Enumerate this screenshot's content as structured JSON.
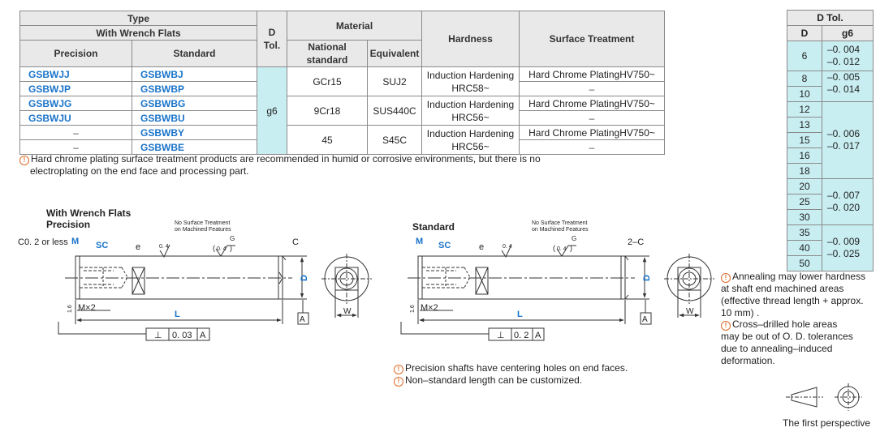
{
  "spec_table": {
    "header_type": "Type",
    "header_with_wrench": "With Wrench Flats",
    "header_precision": "Precision",
    "header_standard": "Standard",
    "header_dtol": "D Tol.",
    "header_material": "Material",
    "header_national": "National standard",
    "header_equivalent": "Equivalent",
    "header_hardness": "Hardness",
    "header_surface": "Surface Treatment",
    "dtol_value": "g6",
    "rows": [
      {
        "precision": "GSBWJJ",
        "standard": "GSBWBJ",
        "surface": "Hard Chrome PlatingHV750~"
      },
      {
        "precision": "GSBWJP",
        "standard": "GSBWBP",
        "surface": "–"
      },
      {
        "precision": "GSBWJG",
        "standard": "GSBWBG",
        "surface": "Hard Chrome PlatingHV750~"
      },
      {
        "precision": "GSBWJU",
        "standard": "GSBWBU",
        "surface": "–"
      },
      {
        "precision": "–",
        "standard": "GSBWBY",
        "surface": "Hard Chrome PlatingHV750~"
      },
      {
        "precision": "–",
        "standard": "GSBWBE",
        "surface": "–"
      }
    ],
    "materials": [
      {
        "national": "GCr15",
        "equivalent": "SUJ2",
        "hardness_1": "Induction Hardening",
        "hardness_2": "HRC58~"
      },
      {
        "national": "9Cr18",
        "equivalent": "SUS440C",
        "hardness_1": "Induction Hardening",
        "hardness_2": "HRC56~"
      },
      {
        "national": "45",
        "equivalent": "S45C",
        "hardness_1": "Induction Hardening",
        "hardness_2": "HRC56~"
      }
    ]
  },
  "note_chrome_line1": "Hard chrome plating surface treatment products are recommended in humid or corrosive environments, but there is no",
  "note_chrome_line2": "electroplating on the end face and processing part.",
  "dtol_table": {
    "title": "D Tol.",
    "col_d": "D",
    "col_g6": "g6",
    "groups": [
      {
        "d": [
          "6"
        ],
        "upper": "–0. 004",
        "lower": "–0. 012"
      },
      {
        "d": [
          "8",
          "10"
        ],
        "upper": "–0. 005",
        "lower": "–0. 014"
      },
      {
        "d": [
          "12",
          "13",
          "15",
          "16",
          "18"
        ],
        "upper": "–0. 006",
        "lower": "–0. 017"
      },
      {
        "d": [
          "20",
          "25",
          "30"
        ],
        "upper": "–0. 007",
        "lower": "–0. 020"
      },
      {
        "d": [
          "35",
          "40",
          "50"
        ],
        "upper": "–0. 009",
        "lower": "–0. 025"
      }
    ]
  },
  "drawing_precision": {
    "title_1": "With Wrench Flats",
    "title_2": "Precision",
    "chamfer": "C0. 2 or less",
    "m": "M",
    "sc": "SC",
    "e": "e",
    "rough": "0. 4",
    "no_surface_1": "No Surface Treatment",
    "no_surface_2": "on Machined  Features",
    "g": "G",
    "c": "C",
    "d": "D",
    "mx2": "M×2",
    "l": "L",
    "w": "W",
    "datum": "A",
    "rough_side": "1.6",
    "perp_sym": "⊥",
    "perp_value": "0. 03"
  },
  "drawing_standard": {
    "title": "Standard",
    "m": "M",
    "sc": "SC",
    "e": "e",
    "rough": "0. 4",
    "no_surface_1": "No Surface Treatment",
    "no_surface_2": "on Machined  Features",
    "g": "G",
    "c": "2–C",
    "d": "D",
    "mx2": "M×2",
    "l": "L",
    "w": "W",
    "datum": "A",
    "rough_side": "1.6",
    "perp_sym": "⊥",
    "perp_value": "0. 2"
  },
  "note_centering": "Precision shafts have centering holes on end faces.",
  "note_nonstandard": "Non–standard length can be customized.",
  "note_annealing_1": "Annealing may lower hardness",
  "note_annealing_2": "at shaft end machined areas",
  "note_annealing_3": "(effective thread length + approx.",
  "note_annealing_4": "10 mm) .",
  "note_cross_1": "Cross–drilled hole areas",
  "note_cross_2": "may be out of O. D.  tolerances",
  "note_cross_3": "due to annealing–induced",
  "note_cross_4": "deformation.",
  "warn_symbol": "!",
  "first_perspective": "The first perspective",
  "colors": {
    "code_blue": "#1a74c9",
    "cell_cyan": "#c9eef2",
    "header_gray": "#e9e9e9",
    "warn_orange": "#e06a2a"
  }
}
